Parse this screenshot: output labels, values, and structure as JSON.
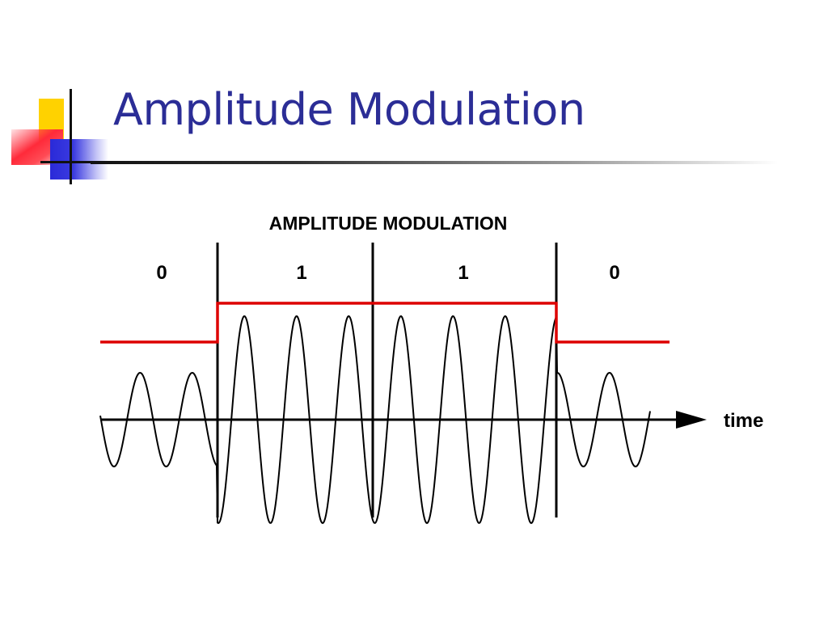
{
  "slide": {
    "title": "Amplitude Modulation"
  },
  "diagram": {
    "heading": "AMPLITUDE MODULATION",
    "bits": [
      "0",
      "1",
      "1",
      "0"
    ],
    "axis_label": "time",
    "envelope_color": "#dd0000",
    "wave_color": "#000000"
  }
}
